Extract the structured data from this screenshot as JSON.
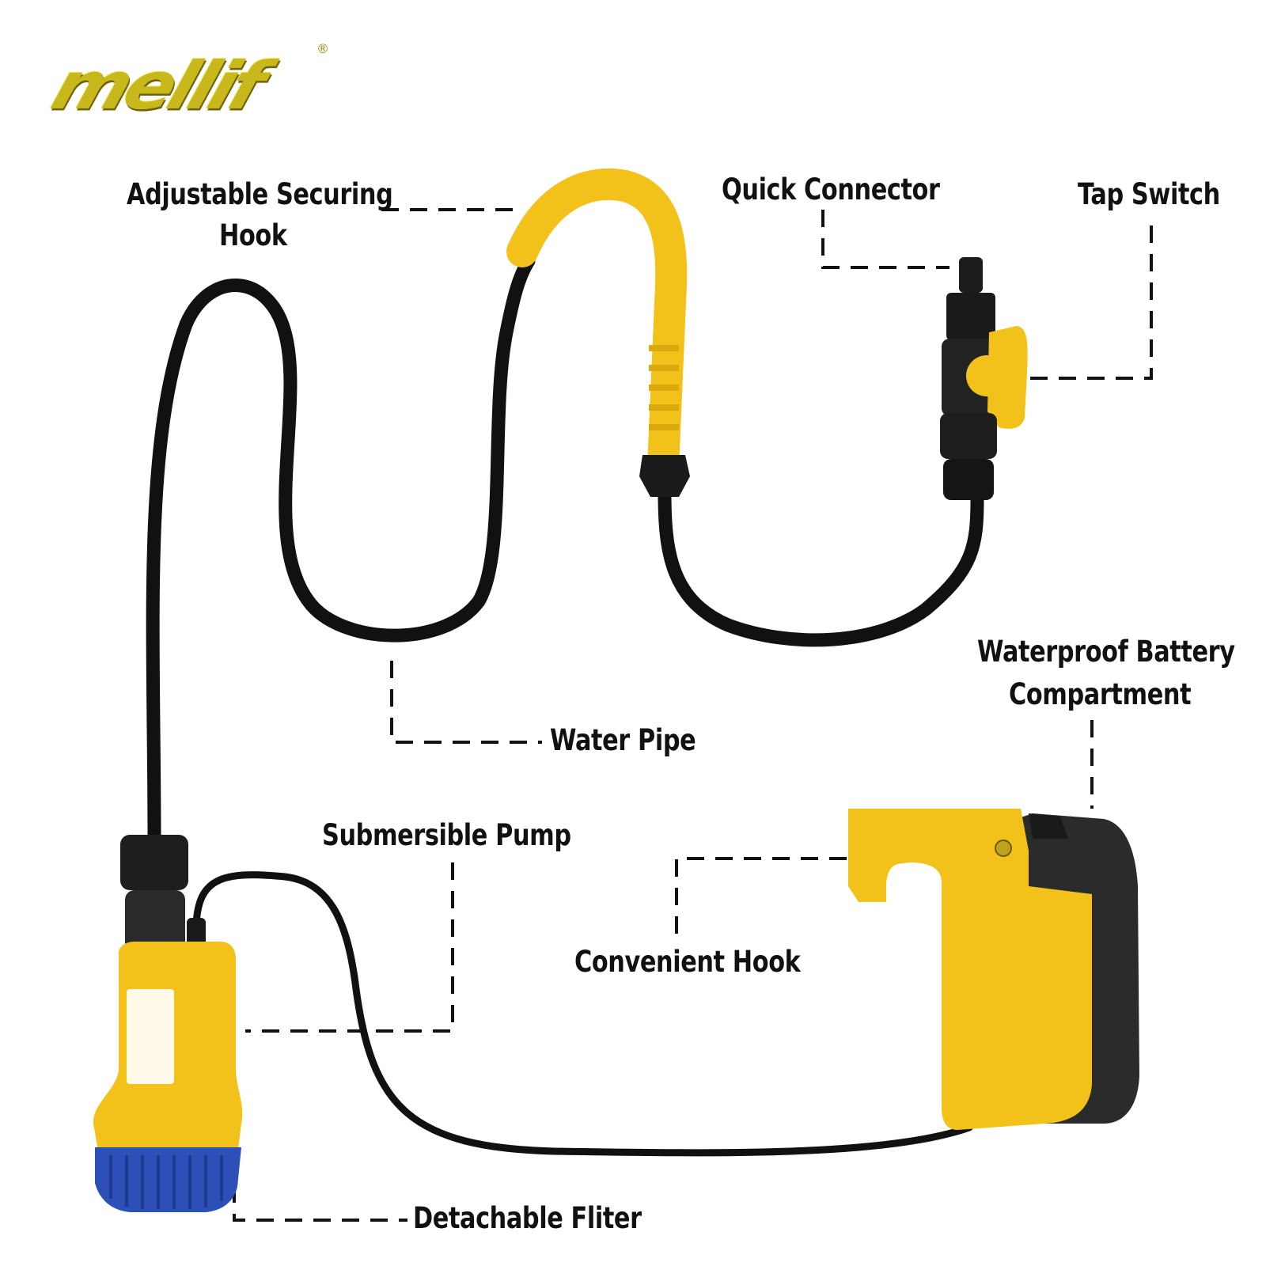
{
  "brand": {
    "name": "mellif",
    "registered_mark": "®"
  },
  "labels": {
    "hook_line1": "Adjustable Securing",
    "hook_line2": "Hook",
    "quick_connector": "Quick Connector",
    "tap_switch": "Tap Switch",
    "water_pipe": "Water Pipe",
    "battery_line1": "Waterproof Battery",
    "battery_line2": "Compartment",
    "submersible_pump": "Submersible Pump",
    "convenient_hook": "Convenient Hook",
    "detachable_filter": "Detachable Fliter"
  },
  "colors": {
    "accent_yellow": "#f2c21b",
    "hose_black": "#111111",
    "filter_blue": "#2d4fb8",
    "battery_grey": "#2b2b2b",
    "leader_line": "#111111"
  }
}
